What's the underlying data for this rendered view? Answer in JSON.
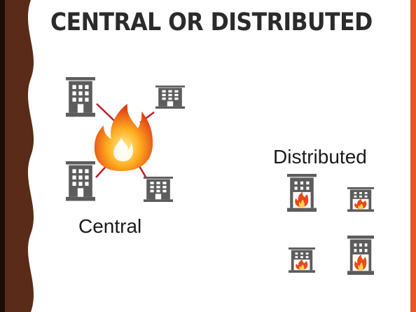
{
  "slide": {
    "title": "CENTRAL OR DISTRIBUTED"
  },
  "central": {
    "label": "Central",
    "icons": [
      "building-icon",
      "building-icon",
      "building-icon",
      "building-icon",
      "fire-icon"
    ]
  },
  "distributed": {
    "label": "Distributed",
    "icons": [
      "building-with-fire-icon",
      "building-with-fire-icon",
      "building-with-fire-icon",
      "building-with-fire-icon"
    ]
  },
  "colors": {
    "border_dark": "#5a2b18",
    "border_edge": "#1a0d06",
    "accent_orange": "#e8572a",
    "connector_red": "#b91f24",
    "building_gray": "#5c5c5c",
    "flame_outer": "#e84a1c",
    "flame_inner": "#ffd24a",
    "text": "#1a1a1a"
  }
}
